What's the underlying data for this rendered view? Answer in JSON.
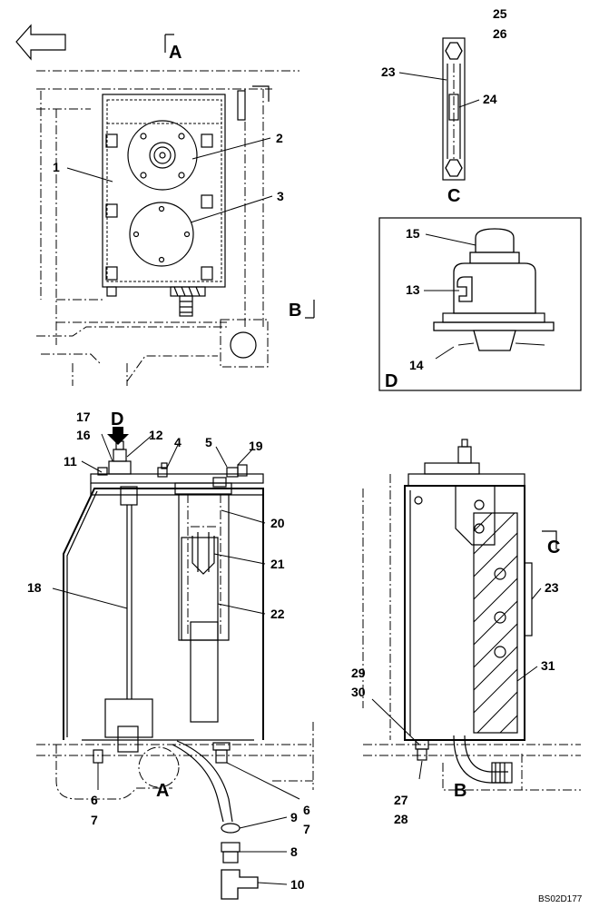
{
  "diagram": {
    "drawing_code": "BS02D177",
    "view_labels": {
      "A_top": "A",
      "B_section": "B",
      "C_section": "C",
      "C_view": "C",
      "D_view": "D",
      "D_arrow": "D",
      "A_view": "A",
      "B_view": "B"
    },
    "callouts": {
      "c1": "1",
      "c2": "2",
      "c3": "3",
      "c4": "4",
      "c5": "5",
      "c6a": "6",
      "c7a": "7",
      "c6b": "6",
      "c7b": "7",
      "c8": "8",
      "c9": "9",
      "c10": "10",
      "c11": "11",
      "c12": "12",
      "c13": "13",
      "c14": "14",
      "c15": "15",
      "c16": "16",
      "c17": "17",
      "c18": "18",
      "c19": "19",
      "c20": "20",
      "c21": "21",
      "c22": "22",
      "c23a": "23",
      "c23b": "23",
      "c24": "24",
      "c25": "25",
      "c26": "26",
      "c27": "27",
      "c28": "28",
      "c29": "29",
      "c30": "30",
      "c31": "31"
    }
  }
}
